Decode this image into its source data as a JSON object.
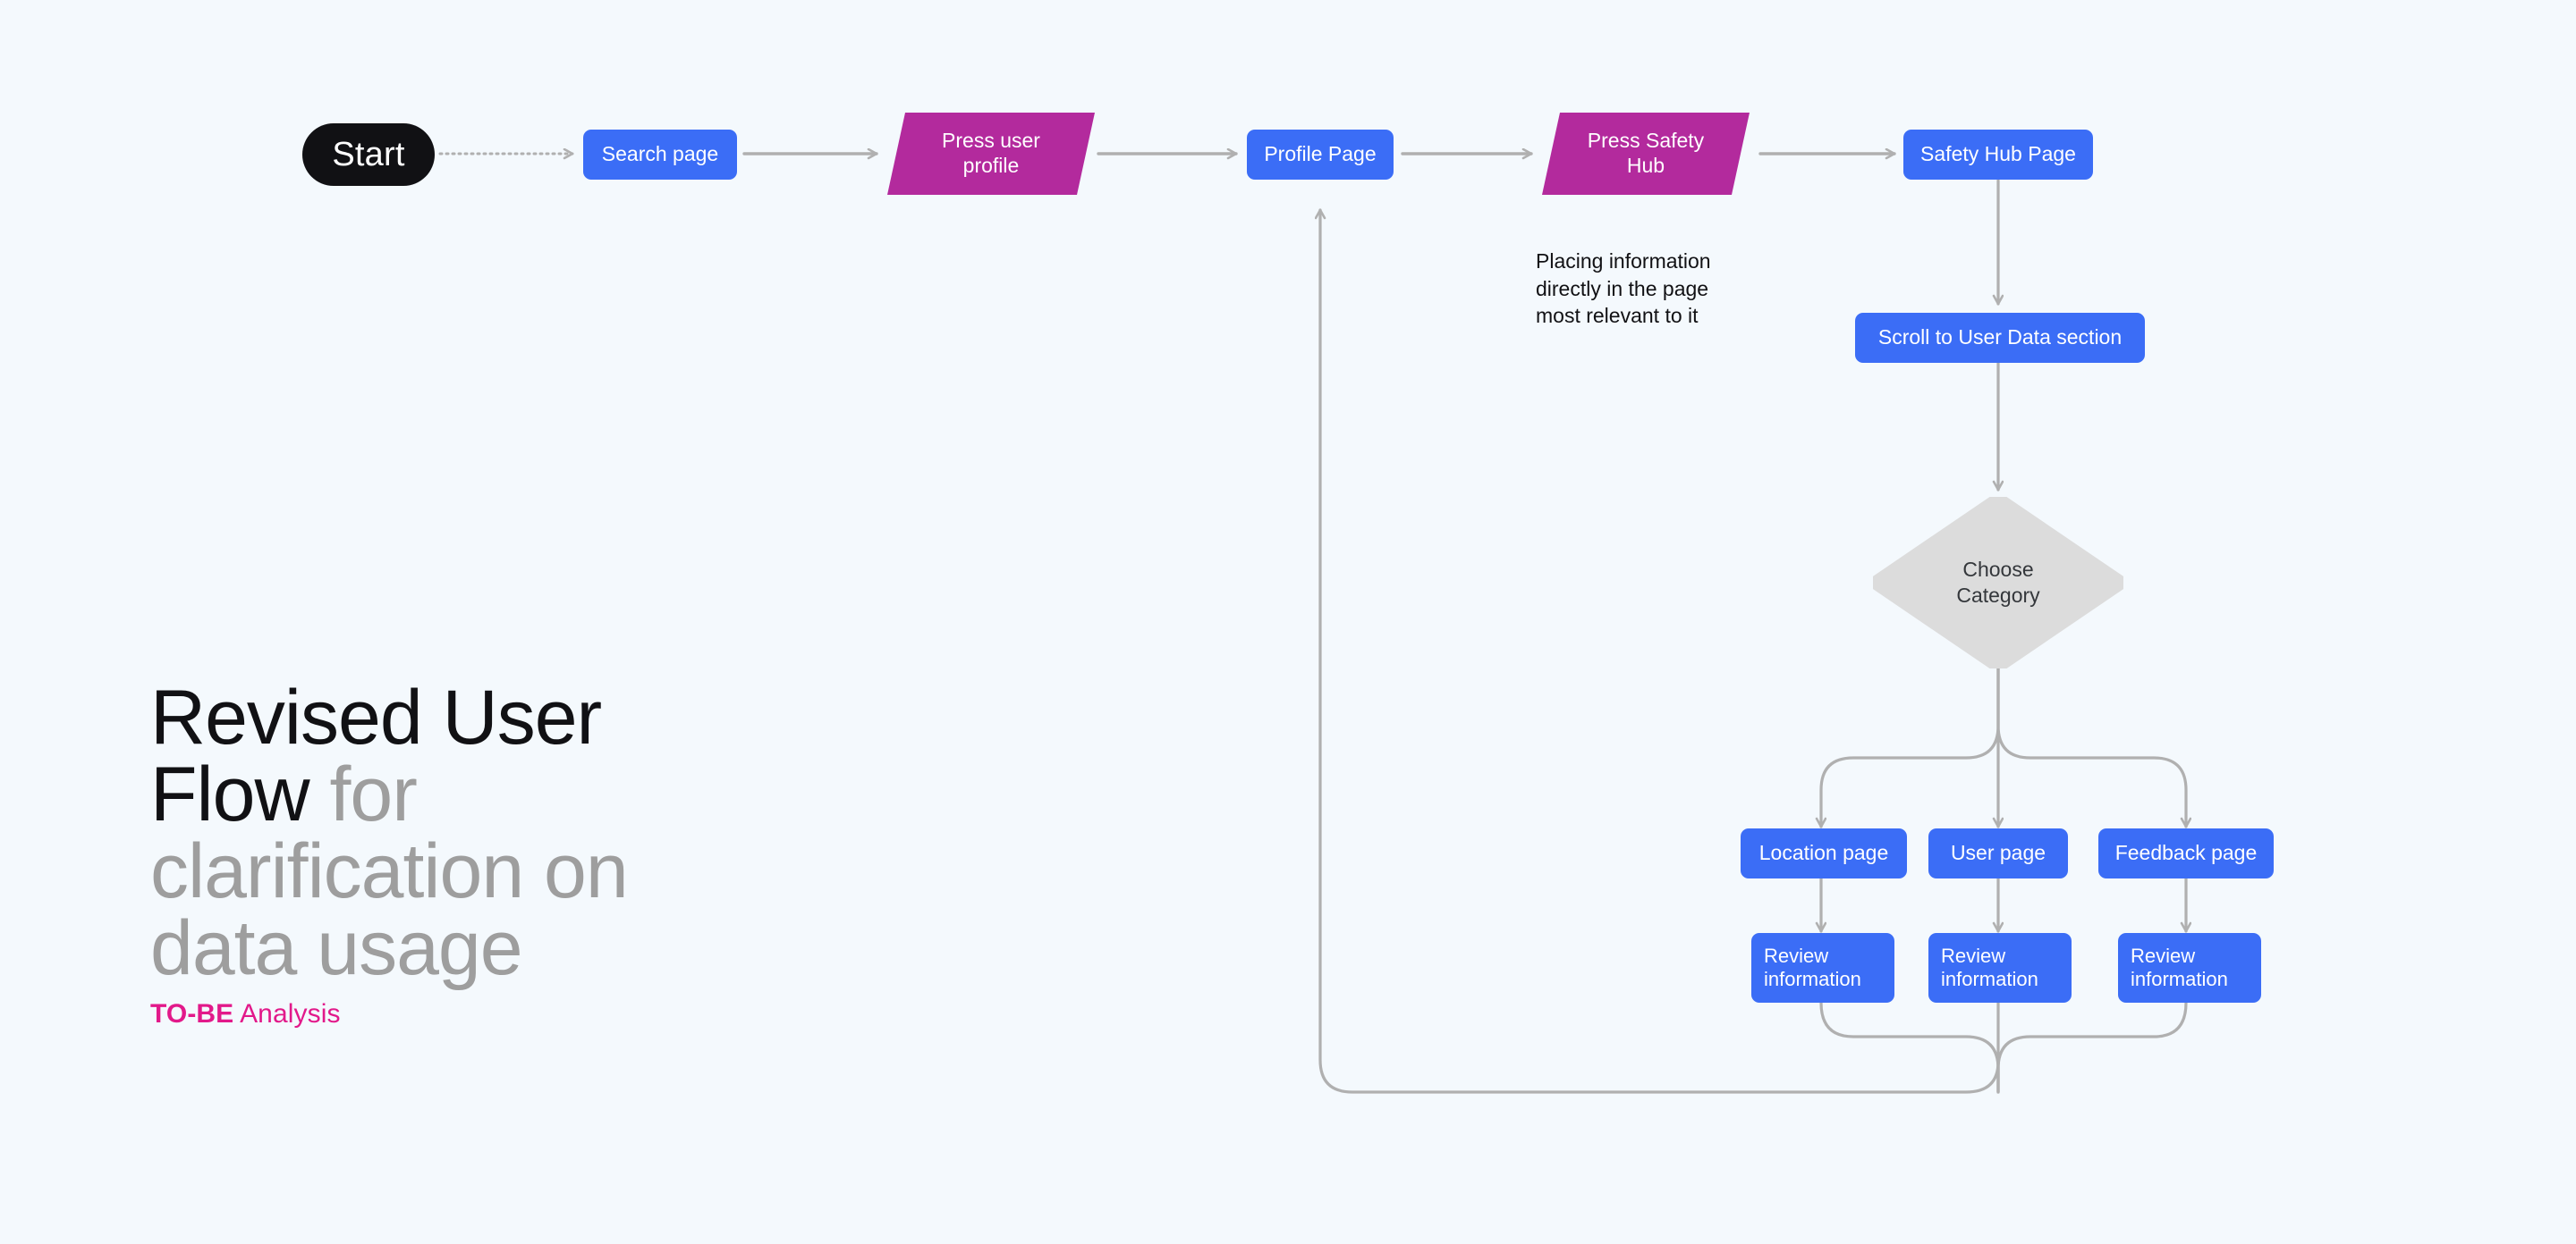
{
  "background_color": "#f4f9fd",
  "palette": {
    "page_blue": "#3b6df6",
    "action_magenta": "#b32a9d",
    "decision_gray": "#dcdcdc",
    "start_black": "#111114",
    "edge_gray": "#b0b0b0",
    "title_black": "#111114",
    "title_gray": "#b3b3b3",
    "accent_pink": "#e2198a"
  },
  "title": {
    "line1_highlight": "Revised User",
    "line2_highlight": "Flow ",
    "line2_rest": "for",
    "line3": "clarification on",
    "line4": "data usage",
    "subtitle_strong": "TO-BE",
    "subtitle_rest": " Analysis"
  },
  "annotation": {
    "text": "Placing information\ndirectly in the page\nmost relevant to it"
  },
  "nodes": {
    "start": {
      "label": "Start",
      "type": "terminator"
    },
    "search_page": {
      "label": "Search page",
      "type": "page"
    },
    "press_user_profile": {
      "label": "Press user\nprofile",
      "type": "action"
    },
    "profile_page": {
      "label": "Profile Page",
      "type": "page"
    },
    "press_safety_hub": {
      "label": "Press Safety\nHub",
      "type": "action"
    },
    "safety_hub_page": {
      "label": "Safety Hub Page",
      "type": "page"
    },
    "scroll_user_data": {
      "label": "Scroll to User Data section",
      "type": "page"
    },
    "choose_category": {
      "label": "Choose\nCategory",
      "type": "decision"
    },
    "location_page": {
      "label": "Location page",
      "type": "page"
    },
    "user_page": {
      "label": "User page",
      "type": "page"
    },
    "feedback_page": {
      "label": "Feedback page",
      "type": "page"
    },
    "review_information_1": {
      "label": "Review\ninformation",
      "type": "page"
    },
    "review_information_2": {
      "label": "Review\ninformation",
      "type": "page"
    },
    "review_information_3": {
      "label": "Review\ninformation",
      "type": "page"
    }
  },
  "edges": [
    {
      "from": "start",
      "to": "search_page",
      "style": "dotted"
    },
    {
      "from": "search_page",
      "to": "press_user_profile",
      "style": "solid"
    },
    {
      "from": "press_user_profile",
      "to": "profile_page",
      "style": "solid"
    },
    {
      "from": "profile_page",
      "to": "press_safety_hub",
      "style": "solid"
    },
    {
      "from": "press_safety_hub",
      "to": "safety_hub_page",
      "style": "solid"
    },
    {
      "from": "safety_hub_page",
      "to": "scroll_user_data",
      "style": "solid"
    },
    {
      "from": "scroll_user_data",
      "to": "choose_category",
      "style": "solid"
    },
    {
      "from": "choose_category",
      "to": "location_page",
      "style": "solid"
    },
    {
      "from": "choose_category",
      "to": "user_page",
      "style": "solid"
    },
    {
      "from": "choose_category",
      "to": "feedback_page",
      "style": "solid"
    },
    {
      "from": "location_page",
      "to": "review_information_1",
      "style": "solid"
    },
    {
      "from": "user_page",
      "to": "review_information_2",
      "style": "solid"
    },
    {
      "from": "feedback_page",
      "to": "review_information_3",
      "style": "solid"
    },
    {
      "from": "review_information_1",
      "to": "profile_page",
      "style": "loop"
    },
    {
      "from": "review_information_2",
      "to": "profile_page",
      "style": "loop"
    },
    {
      "from": "review_information_3",
      "to": "profile_page",
      "style": "loop"
    }
  ]
}
